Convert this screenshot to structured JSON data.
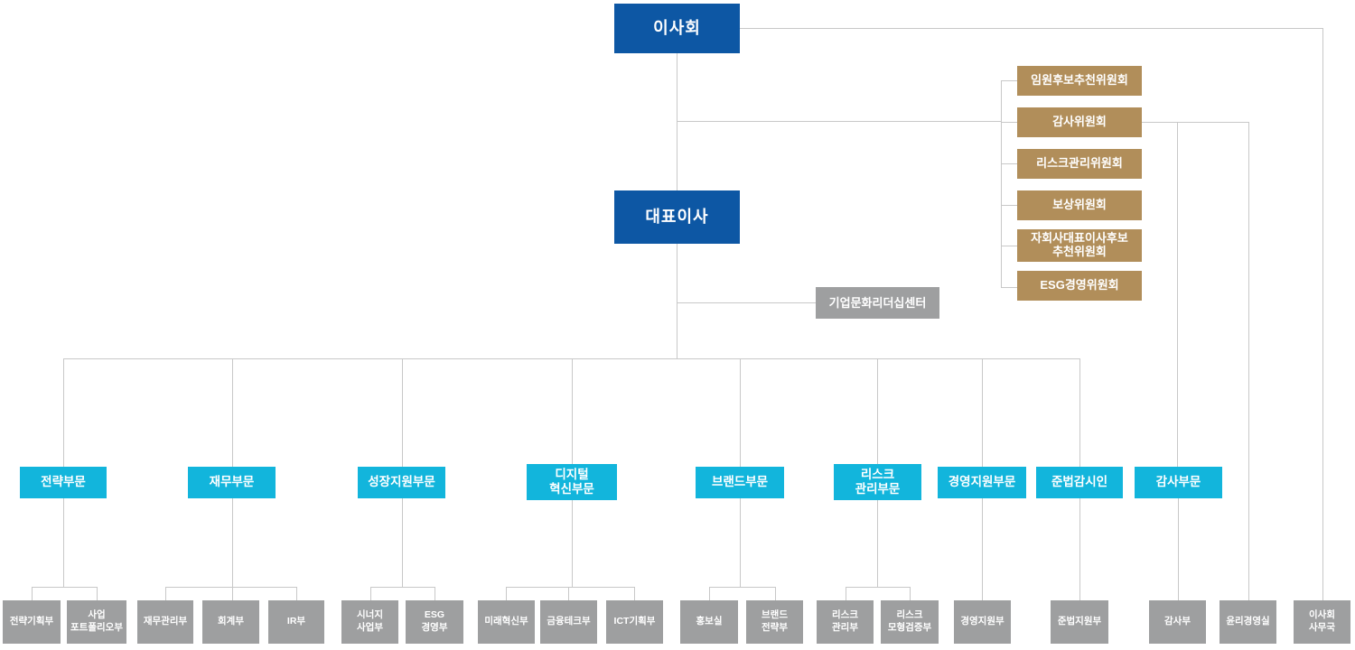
{
  "colors": {
    "executive_blue": "#0d57a4",
    "committee_tan": "#b18e5a",
    "division_cyan": "#12b5dc",
    "department_gray": "#9e9fa0",
    "connector_gray": "#c8c8c8",
    "text_white": "#ffffff"
  },
  "org": {
    "board": {
      "label": "이사회"
    },
    "ceo": {
      "label": "대표이사"
    },
    "staff_center": {
      "label": "기업문화리더십센터"
    },
    "committees": [
      {
        "label": "임원후보추천위원회"
      },
      {
        "label": "감사위원회"
      },
      {
        "label": "리스크관리위원회"
      },
      {
        "label": "보상위원회"
      },
      {
        "label": "자회사대표이사후보\n추천위원회"
      },
      {
        "label": "ESG경영위원회"
      }
    ],
    "divisions": [
      {
        "label": "전략부문"
      },
      {
        "label": "재무부문"
      },
      {
        "label": "성장지원부문"
      },
      {
        "label": "디지털\n혁신부문"
      },
      {
        "label": "브랜드부문"
      },
      {
        "label": "리스크\n관리부문"
      },
      {
        "label": "경영지원부문"
      },
      {
        "label": "준법감시인"
      },
      {
        "label": "감사부문"
      }
    ],
    "departments": [
      {
        "label": "전략기획부"
      },
      {
        "label": "사업\n포트폴리오부"
      },
      {
        "label": "재무관리부"
      },
      {
        "label": "회계부"
      },
      {
        "label": "IR부"
      },
      {
        "label": "시너지\n사업부"
      },
      {
        "label": "ESG\n경영부"
      },
      {
        "label": "미래혁신부"
      },
      {
        "label": "금융테크부"
      },
      {
        "label": "ICT기획부"
      },
      {
        "label": "홍보실"
      },
      {
        "label": "브랜드\n전략부"
      },
      {
        "label": "리스크\n관리부"
      },
      {
        "label": "리스크\n모형검증부"
      },
      {
        "label": "경영지원부"
      },
      {
        "label": "준법지원부"
      },
      {
        "label": "감사부"
      },
      {
        "label": "윤리경영실"
      },
      {
        "label": "이사회\n사무국"
      }
    ]
  }
}
